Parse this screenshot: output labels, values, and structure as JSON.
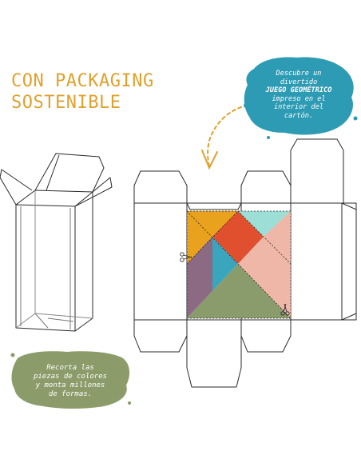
{
  "headline": {
    "line1": "CON PACKAGING",
    "line2": "SOSTENIBLE"
  },
  "bubble_top": {
    "line1": "Descubre un",
    "line2": "divertido",
    "line3": "JUEGO GEOMÉTRICO",
    "line4": "impreso en el",
    "line5": "interior del",
    "line6": "cartón."
  },
  "bubble_bottom": {
    "line1": "Recorta las",
    "line2": "piezas de colores",
    "line3": "y monta millones",
    "line4": "de formas."
  },
  "colors": {
    "headline": "#e0a12c",
    "bubble_blue": "#2e9bb4",
    "bubble_green": "#8b9c6a",
    "tangram_orange": "#e8a21e",
    "tangram_red": "#e0502e",
    "tangram_cyan": "#9ddfd6",
    "tangram_pink": "#efb7a8",
    "tangram_purple": "#8c6a84",
    "tangram_blue": "#3aa6bd",
    "tangram_olive": "#8a9b6c"
  },
  "icons": {
    "arrow": "curved-arrow-down-icon",
    "scissors": "scissors-icon"
  }
}
